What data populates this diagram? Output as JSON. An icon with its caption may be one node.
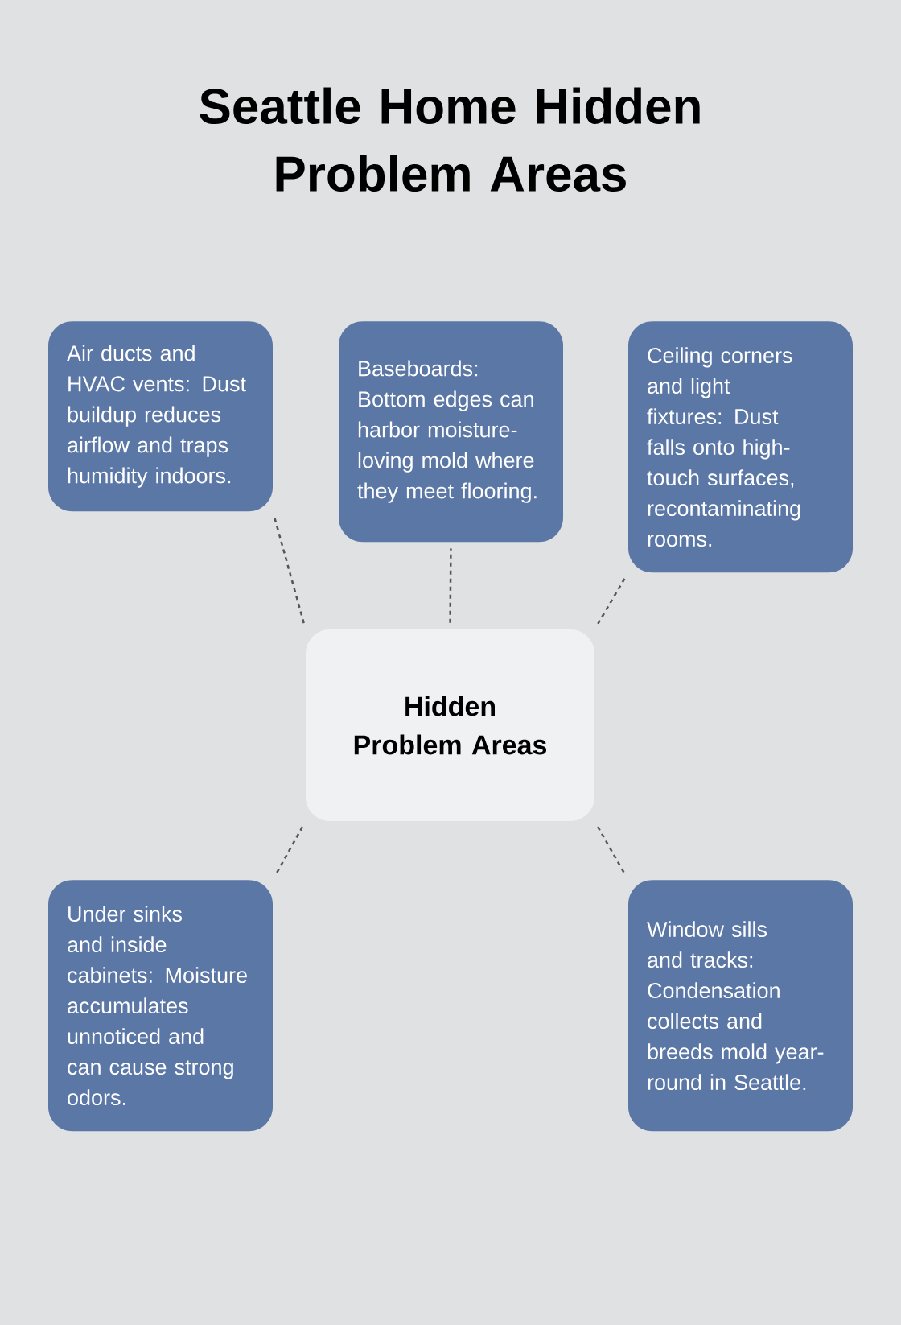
{
  "diagram": {
    "title": "Seattle Home Hidden Problem Areas",
    "nodes": [
      {
        "text": [
          "Air ducts and HVAC vents: Dust buildup reduces airflow and traps humidity indoors."
        ]
      },
      {
        "text": [
          "Baseboards: Bottom edges can harbor moisture-loving mold where they meet flooring."
        ]
      },
      {
        "text": [
          "Ceiling corners and light fixtures: Dust falls onto high-touch surfaces, recontaminating rooms."
        ]
      },
      {
        "text": [
          "Hidden Problem Areas"
        ]
      },
      {
        "text": [
          "Under sinks and inside cabinets: Moisture accumulates unnoticed and can cause strong odors."
        ]
      },
      {
        "text": [
          "Window sills and tracks: Condensation collects and breeds mold year-round in Seattle."
        ]
      }
    ],
    "edges": [
      {
        "from": 3,
        "to": 0,
        "arrow": "none",
        "style": "dashed"
      },
      {
        "from": 3,
        "to": 1,
        "arrow": "none",
        "style": "dashed"
      },
      {
        "from": 3,
        "to": 2,
        "arrow": "none",
        "style": "dashed"
      },
      {
        "from": 3,
        "to": 4,
        "arrow": "none",
        "style": "dashed"
      },
      {
        "from": 3,
        "to": 5,
        "arrow": "none",
        "style": "dashed"
      }
    ]
  }
}
